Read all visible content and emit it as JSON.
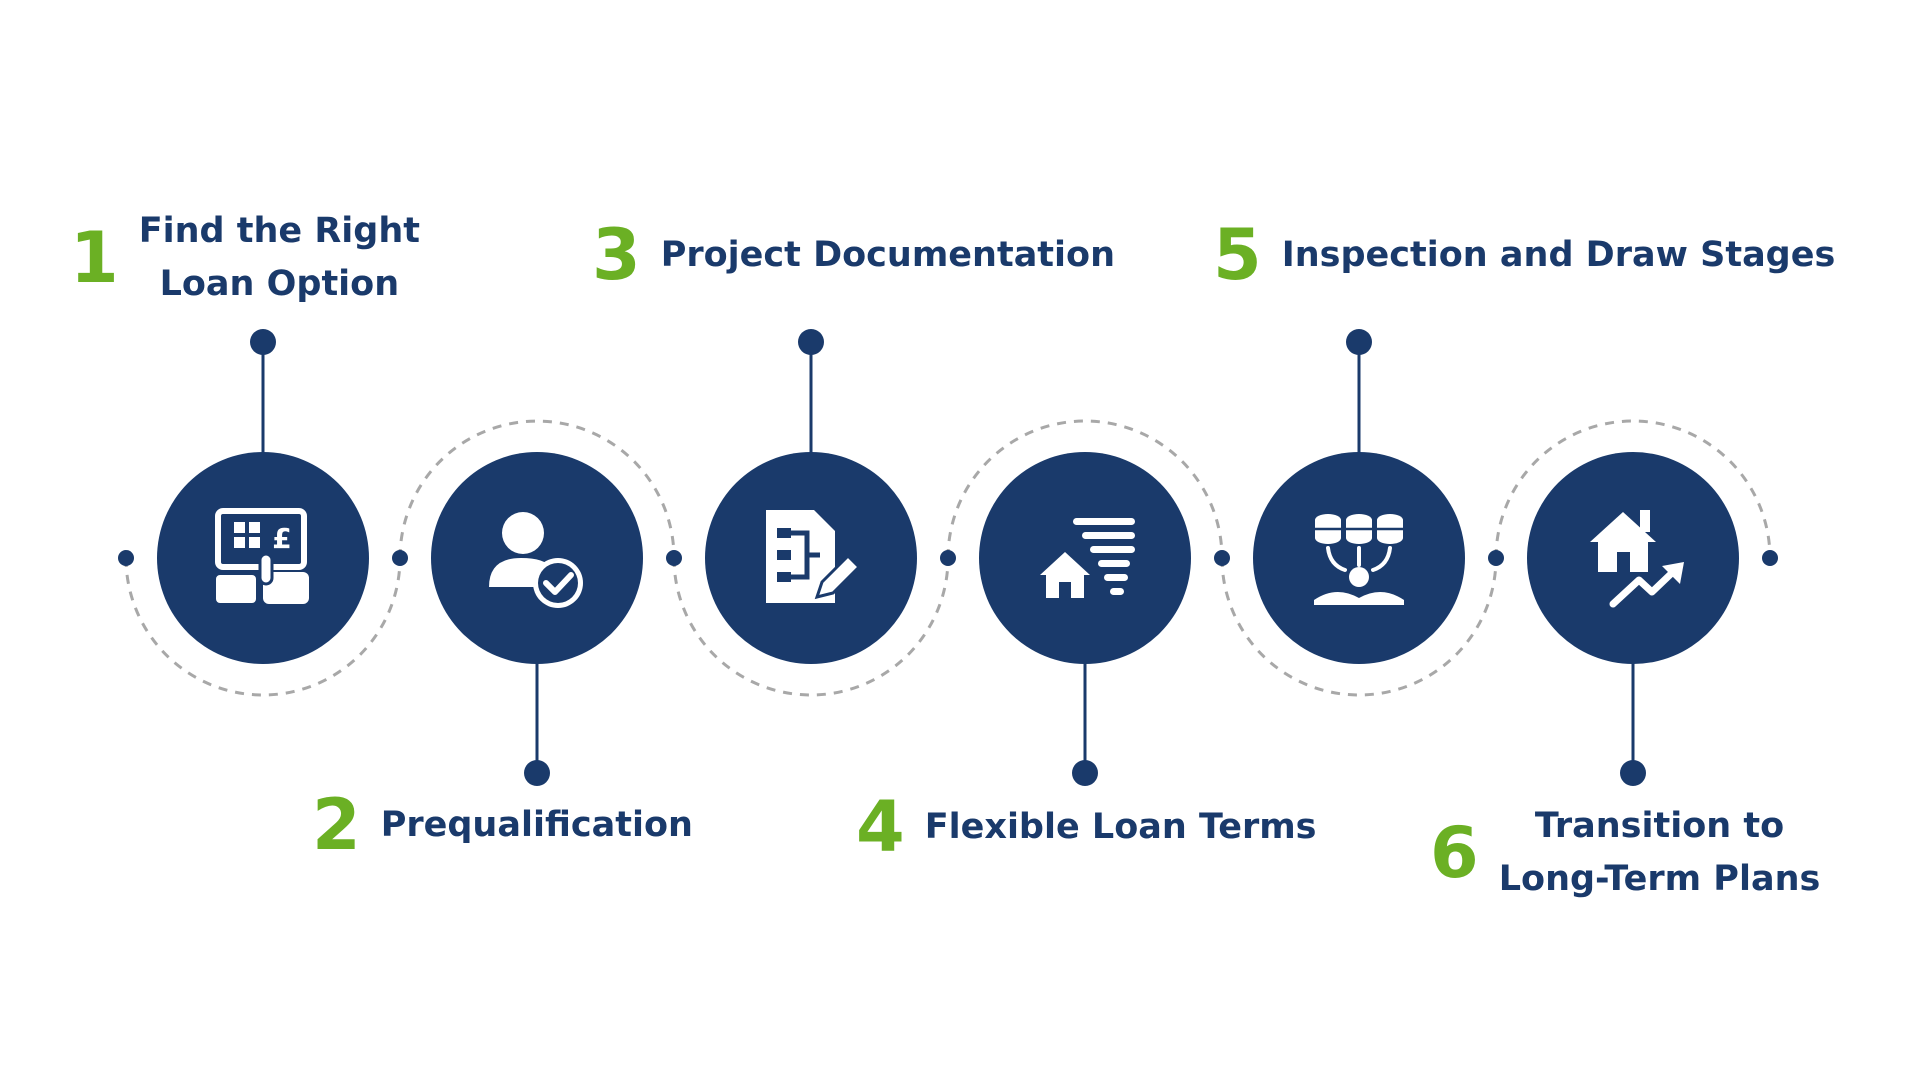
{
  "colors": {
    "navy": "#1a3a6b",
    "green": "#6bb024",
    "dash": "#a8a8a8",
    "white": "#ffffff"
  },
  "steps": [
    {
      "number": "1",
      "title_lines": [
        "Find the Right",
        "Loan Option"
      ],
      "icon": "calculator-pound-icon"
    },
    {
      "number": "2",
      "title_lines": [
        "Prequalification"
      ],
      "icon": "user-check-icon"
    },
    {
      "number": "3",
      "title_lines": [
        "Project Documentation"
      ],
      "icon": "document-edit-icon"
    },
    {
      "number": "4",
      "title_lines": [
        "Flexible Loan Terms"
      ],
      "icon": "house-lines-icon"
    },
    {
      "number": "5",
      "title_lines": [
        "Inspection and Draw Stages"
      ],
      "icon": "database-network-icon"
    },
    {
      "number": "6",
      "title_lines": [
        "Transition to",
        "Long-Term Plans"
      ],
      "icon": "house-growth-icon"
    }
  ]
}
